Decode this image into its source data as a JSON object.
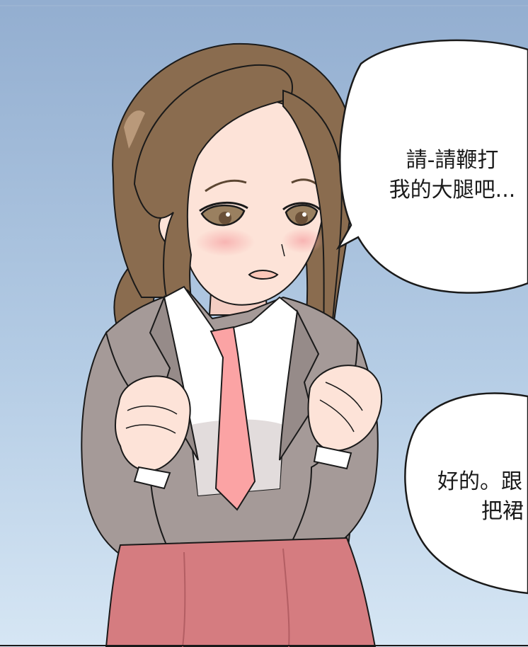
{
  "panel": {
    "speech_bubble_top": {
      "line1": "請-請鞭打",
      "line2": "我的大腿吧..."
    },
    "speech_bubble_bottom": {
      "line1": "好的。跟",
      "line2": "把裙"
    }
  },
  "colors": {
    "sky_top": "#93aed0",
    "sky_bottom": "#d6e6f4",
    "hair": "#8a6c4f",
    "skin": "#fde3d8",
    "jacket": "#a59a98",
    "tie": "#fba3a4",
    "skirt": "#d57c80",
    "bubble_fill": "#ffffff",
    "ink": "#1a1a1a"
  }
}
